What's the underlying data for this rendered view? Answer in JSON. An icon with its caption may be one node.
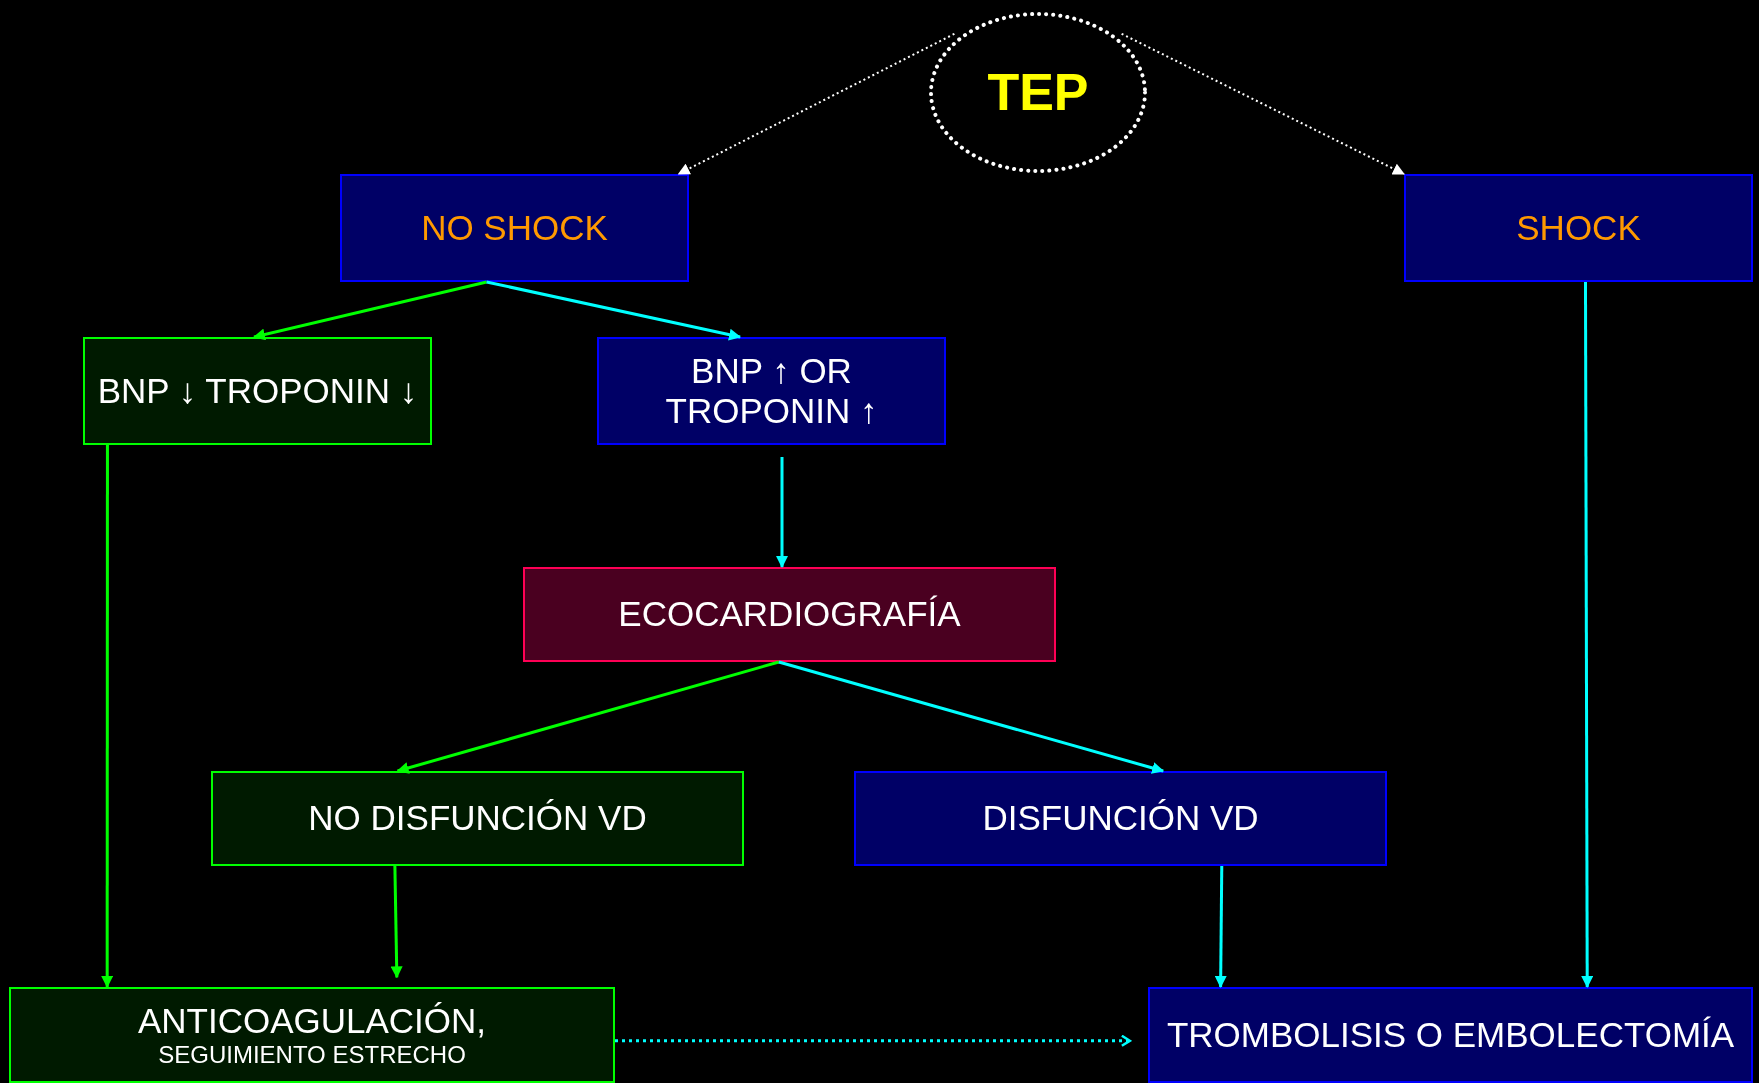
{
  "diagram": {
    "nodes": [
      {
        "text": [
          "TEP"
        ]
      },
      {
        "text": [
          "NO SHOCK"
        ]
      },
      {
        "text": [
          "SHOCK"
        ]
      },
      {
        "text": [
          "BNP ↓ TROPONIN ↓"
        ]
      },
      {
        "text": [
          "BNP ↑ OR TROPONIN ↑"
        ]
      },
      {
        "text": [
          "ECOCARDIOGRAFÍA"
        ]
      },
      {
        "text": [
          "NO DISFUNCIÓN VD"
        ]
      },
      {
        "text": [
          "DISFUNCIÓN VD"
        ]
      },
      {
        "text": [
          "ANTICOAGULACIÓN,",
          "SEGUIMIENTO ESTRECHO"
        ]
      },
      {
        "text": [
          "TROMBOLISIS O EMBOLECTOMÍA"
        ]
      }
    ],
    "edges": [
      {
        "from": 0,
        "to": 1,
        "arrow": "to",
        "style": "dashed",
        "color": "#ffffff"
      },
      {
        "from": 0,
        "to": 2,
        "arrow": "to",
        "style": "dashed",
        "color": "#ffffff"
      },
      {
        "from": 1,
        "to": 3,
        "arrow": "to",
        "color": "#00ff00"
      },
      {
        "from": 1,
        "to": 4,
        "arrow": "to"
      },
      {
        "from": 2,
        "to": 9,
        "arrow": "to"
      },
      {
        "from": 3,
        "to": 8,
        "arrow": "to",
        "color": "#00ff00"
      },
      {
        "from": 4,
        "to": 5,
        "arrow": "to"
      },
      {
        "from": 5,
        "to": 6,
        "arrow": "to",
        "color": "#00ff00"
      },
      {
        "from": 5,
        "to": 7,
        "arrow": "to"
      },
      {
        "from": 6,
        "to": 8,
        "arrow": "to",
        "color": "#00ff00"
      },
      {
        "from": 7,
        "to": 9,
        "arrow": "to"
      },
      {
        "from": 8,
        "to": 9,
        "arrow": "to",
        "style": "dashed"
      }
    ]
  }
}
